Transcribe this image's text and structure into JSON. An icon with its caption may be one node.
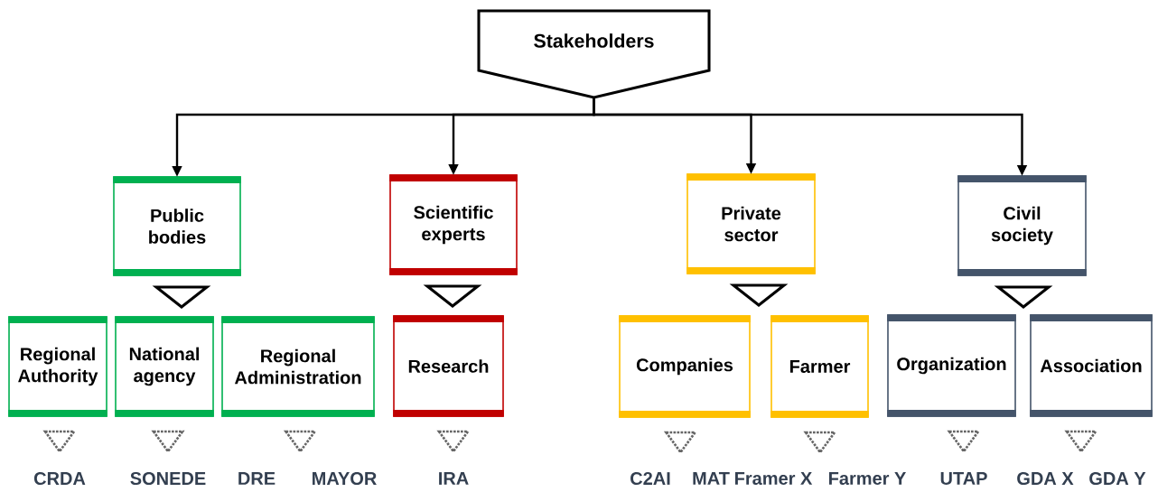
{
  "diagram": {
    "nodes": [
      {
        "text": [
          "Stakeholders"
        ]
      },
      {
        "text": [
          "Public bodies"
        ]
      },
      {
        "text": [
          "Scientific experts"
        ]
      },
      {
        "text": [
          "Private sector"
        ]
      },
      {
        "text": [
          "Civil society"
        ]
      },
      {
        "text": [],
        "shape": "triangle"
      },
      {
        "text": [],
        "shape": "triangle"
      },
      {
        "text": [],
        "shape": "triangle"
      },
      {
        "text": [],
        "shape": "triangle"
      },
      {
        "text": [
          "Regional Authority"
        ]
      },
      {
        "text": [
          "National agency"
        ]
      },
      {
        "text": [
          "Regional Administration"
        ]
      },
      {
        "text": [
          "Research"
        ]
      },
      {
        "text": [
          "Companies"
        ]
      },
      {
        "text": [
          "Farmer"
        ]
      },
      {
        "text": [
          "Organization"
        ]
      },
      {
        "text": [
          "Association"
        ]
      },
      {
        "text": [
          "CRDA"
        ]
      },
      {
        "text": [
          "SONEDE"
        ]
      },
      {
        "text": [
          "DRE"
        ]
      },
      {
        "text": [
          "MAYOR"
        ]
      },
      {
        "text": [
          "IRA"
        ]
      },
      {
        "text": [
          "C2AI"
        ]
      },
      {
        "text": [
          "MAT"
        ]
      },
      {
        "text": [
          "Framer X"
        ]
      },
      {
        "text": [
          "Farmer Y"
        ]
      },
      {
        "text": [
          "UTAP"
        ]
      },
      {
        "text": [
          "GDA X"
        ]
      },
      {
        "text": [
          "GDA Y"
        ]
      }
    ],
    "edges": [
      {
        "from": 0,
        "to": 1,
        "arrow": "to"
      },
      {
        "from": 0,
        "to": 2,
        "arrow": "to"
      },
      {
        "from": 0,
        "to": 3,
        "arrow": "to"
      },
      {
        "from": 0,
        "to": 4,
        "arrow": "to"
      },
      {
        "from": 9,
        "to": 17,
        "arrow": "to",
        "style": "dashed"
      },
      {
        "from": 10,
        "to": 18,
        "arrow": "to",
        "style": "dashed"
      },
      {
        "from": 11,
        "to": 19,
        "arrow": "to",
        "style": "dashed"
      },
      {
        "from": 11,
        "to": 20,
        "arrow": "to",
        "style": "dashed"
      },
      {
        "from": 12,
        "to": 21,
        "arrow": "to",
        "style": "dashed"
      },
      {
        "from": 13,
        "to": 22,
        "arrow": "to",
        "style": "dashed"
      },
      {
        "from": 13,
        "to": 23,
        "arrow": "to",
        "style": "dashed"
      },
      {
        "from": 14,
        "to": 24,
        "arrow": "to",
        "style": "dashed"
      },
      {
        "from": 14,
        "to": 25,
        "arrow": "to",
        "style": "dashed"
      },
      {
        "from": 15,
        "to": 26,
        "arrow": "to",
        "style": "dashed"
      },
      {
        "from": 16,
        "to": 27,
        "arrow": "to",
        "style": "dashed"
      },
      {
        "from": 16,
        "to": 28,
        "arrow": "to",
        "style": "dashed"
      }
    ]
  }
}
